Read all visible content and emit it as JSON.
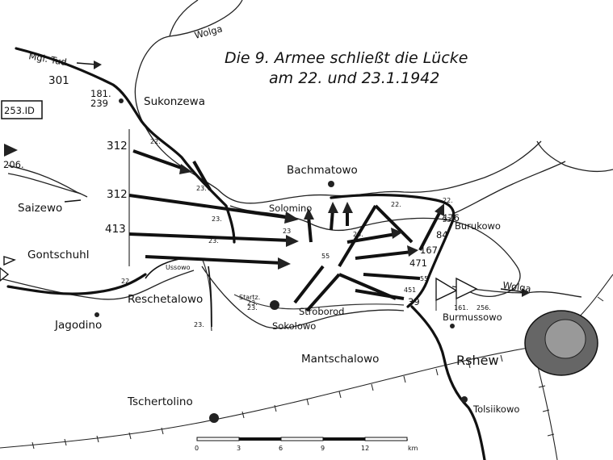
{
  "title": {
    "line1": "Die 9. Armee schließt die Lücke",
    "line2": "am 22. und 23.1.1942"
  },
  "rivers": {
    "volga_north": "Wolga",
    "volga_east": "Wolga"
  },
  "places": {
    "mgl_tud": "Mgl. Tud",
    "sukonzewa": "Sukonzewa",
    "bachmatowo": "Bachmatowo",
    "saizewo": "Saizewo",
    "solomino": "Solomino",
    "burukowo": "Burukowo",
    "gontschuhl": "Gontschuhl",
    "ussowo": "Ussowo",
    "reschetalowo": "Reschetalowo",
    "startsa": "Startz.",
    "stroborod": "Stroborod",
    "sokolowo": "Sokolowo",
    "burmussowo": "Burmussowo",
    "jagodino": "Jagodino",
    "mantschalowo": "Mantschalowo",
    "rshew": "Rshew",
    "tschertolino": "Tschertolino",
    "tolsiikowo": "Tolsiikowo"
  },
  "boxed_label": "253.ID",
  "units": {
    "u301": "301",
    "u181": "181.",
    "u239": "239",
    "u312a": "312",
    "u312b": "312",
    "u413": "413",
    "u206": "206.",
    "u22a": "22.",
    "u23a": "23.",
    "u23b": "23.",
    "u23c": "23.",
    "u23d": "23",
    "u22b": "22.",
    "u23e": "23.",
    "u23f": "23.",
    "u22c": "22.",
    "u23g": "23.",
    "u22d": "22.",
    "u23h": "23.",
    "u476": "476",
    "u84": "84",
    "u167": "167",
    "u471": "471",
    "u55a": "55",
    "u55b": "55",
    "u451": "451",
    "u39": "39",
    "u161": "161.",
    "u256": "256.",
    "u23i": "23."
  },
  "scale": {
    "ticks": [
      "0",
      "3",
      "6",
      "9",
      "12"
    ],
    "unit": "km"
  },
  "colors": {
    "ink": "#111111",
    "paper": "#ffffff"
  }
}
